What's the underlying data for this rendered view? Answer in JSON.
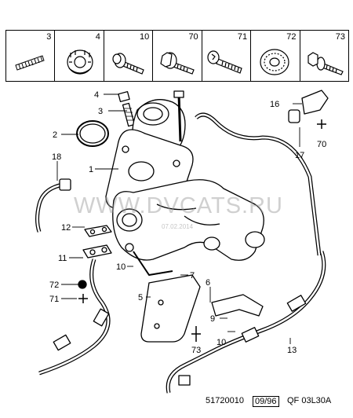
{
  "parts_strip": [
    {
      "number": "3",
      "icon": "stud-icon"
    },
    {
      "number": "4",
      "icon": "castellated-nut-icon"
    },
    {
      "number": "10",
      "icon": "torx-bolt-washer-icon"
    },
    {
      "number": "70",
      "icon": "flange-bolt-icon"
    },
    {
      "number": "71",
      "icon": "socket-cap-screw-icon"
    },
    {
      "number": "72",
      "icon": "serrated-washer-icon"
    },
    {
      "number": "73",
      "icon": "bolt-with-washer-icon"
    }
  ],
  "callouts": {
    "c1": "1",
    "c2": "2",
    "c3": "3",
    "c4": "4",
    "c5": "5",
    "c6": "6",
    "c7": "7",
    "c9": "9",
    "c10a": "10",
    "c10b": "10",
    "c11": "11",
    "c12": "12",
    "c13": "13",
    "c16": "16",
    "c17": "17",
    "c18": "18",
    "c70": "70",
    "c71": "71",
    "c72": "72",
    "c73": "73"
  },
  "watermark": {
    "text": "WWW.DVCATS.RU",
    "date": "07.02.2014"
  },
  "footer": {
    "ref_number": "51720010",
    "date_code": "09/96",
    "code": "QF 03L30A"
  }
}
